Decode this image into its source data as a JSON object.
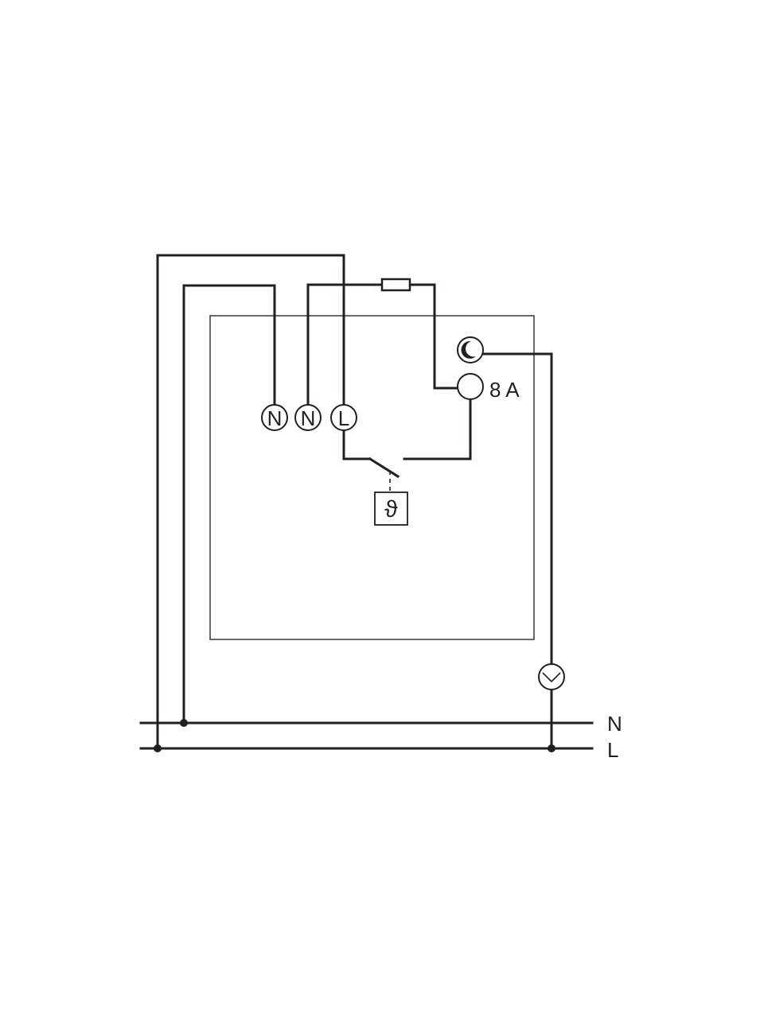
{
  "colors": {
    "background": "#ffffff",
    "wire": "#231f20",
    "housing": "#444444"
  },
  "terminals": {
    "n1": "N",
    "n2": "N",
    "l": "L",
    "output_rating": "8 A"
  },
  "supply_lines": {
    "neutral": "N",
    "live": "L"
  },
  "icons": {
    "night_setback": "crescent-moon-icon",
    "sensor": "temperature-sensor-icon",
    "timer": "clock-timer-icon",
    "fuse": "fuse-icon",
    "switch": "relay-contact-icon",
    "sensor_symbol": "ϑ"
  }
}
